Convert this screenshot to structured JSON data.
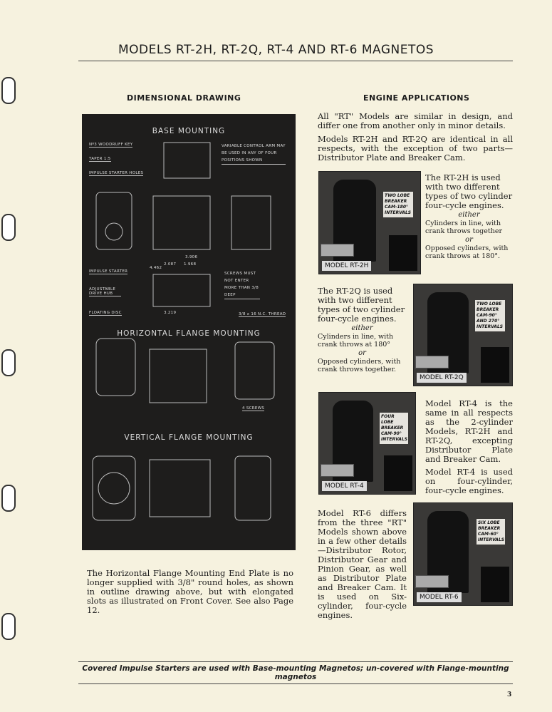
{
  "title": "MODELS RT-2H, RT-2Q, RT-4 AND RT-6 MAGNETOS",
  "left": {
    "heading": "DIMENSIONAL DRAWING",
    "drawing": {
      "sections": [
        "BASE MOUNTING",
        "HORIZONTAL FLANGE MOUNTING",
        "VERTICAL FLANGE MOUNTING"
      ],
      "labels": [
        "Nº3 WOODRUFF KEY",
        "TAPER 1:5",
        "IMPULSE STARTER HOLES",
        "VARIABLE CONTROL ARM MAY BE USED IN ANY OF FOUR POSITIONS SHOWN",
        "IMPULSE STARTER",
        "ADJUSTABLE DRIVE HUB",
        "FLOATING DISC",
        "SCREWS MUST NOT ENTER MORE THAN 3/8 DEEP",
        "3/8 x 16 N.C. THREAD",
        "3.906",
        "2.087",
        "1.968",
        "4.462",
        "3.219",
        "4 SCREWS"
      ]
    },
    "caption": "The Horizontal Flange Mounting End Plate is no longer supplied with 3/8\" round holes, as shown in outline drawing above, but with elongated slots as illustrated on Front Cover. See also Page 12."
  },
  "right": {
    "heading": "ENGINE APPLICATIONS",
    "intro1": "All \"RT\" Models are similar in design, and differ one from another only in minor details.",
    "intro2": "Models RT-2H and RT-2Q are identical in all respects, with the exception of two parts—Distributor Plate and Breaker Cam.",
    "rt2h": {
      "caption": "MODEL RT-2H",
      "note": "TWO LOBE BREAKER CAM-180° INTERVALS",
      "text": "The RT-2H is used with two different types of two cylinder four-cycle engines.",
      "either": "either",
      "a": "Cylinders in line, with crank throws together",
      "or": "or",
      "b": "Opposed cylinders, with crank throws at 180°."
    },
    "rt2q": {
      "caption": "MODEL RT-2Q",
      "note": "TWO LOBE BREAKER CAM-90° AND 270° INTERVALS",
      "text": "The RT-2Q is used with two different types of two cylinder four-cycle engines.",
      "either": "either",
      "a": "Cylinders in line, with crank throws at 180°",
      "or": "or",
      "b": "Opposed cylinders, with crank throws together."
    },
    "rt4": {
      "caption": "MODEL RT-4",
      "note": "FOUR LOBE BREAKER CAM-90° INTERVALS",
      "text": "Model RT-4 is the same in all respects as the 2-cylinder Models, RT-2H and RT-2Q, excepting Distributor Plate and Breaker Cam.",
      "text2": "Model RT-4 is used on four-cylinder, four-cycle engines."
    },
    "rt6": {
      "caption": "MODEL RT-6",
      "note": "SIX LOBE BREAKER CAM-60° INTERVALS",
      "text": "Model RT-6 differs from the three \"RT\" Models shown above in a few other details—Distributor Rotor, Distributor Gear and Pinion Gear, as well as Distributor Plate and Breaker Cam. It is used on Six-cylinder, four-cycle engines."
    }
  },
  "footer": "Covered Impulse Starters are used with Base-mounting Magnetos; un-covered with Flange-mounting magnetos",
  "page_number": "3"
}
